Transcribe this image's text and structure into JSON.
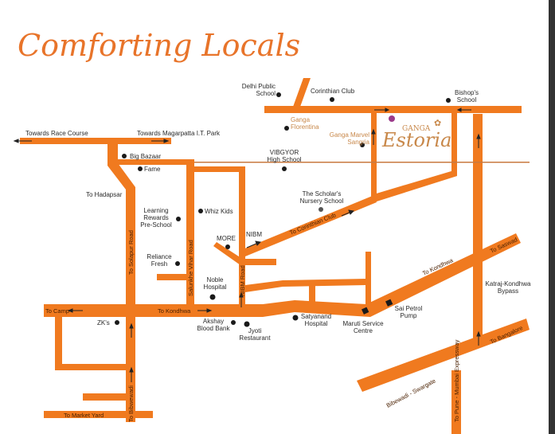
{
  "title": "Comforting Locals",
  "brand": {
    "top": "GANGA",
    "name": "Estoria"
  },
  "colors": {
    "road": "#f07a1f",
    "title": "#e8742a",
    "landmark_orange": "#c8884a",
    "project_dot": "#9b3a8a"
  },
  "landmarks": {
    "delhi_public": "Delhi Public School",
    "corinthian": "Corinthian Club",
    "bishops": "Bishop's School",
    "ganga_florentina": "Ganga Florentina",
    "ganga_marvel": "Ganga Marvel Sangria",
    "vibgyor": "VIBGYOR High School",
    "scholars": "The Scholar's Nursery School",
    "big_bazaar": "Big Bazaar",
    "fame": "Fame",
    "learning": "Learning Rewards Pre-School",
    "whiz": "Whiz Kids",
    "more": "MORE",
    "nibm": "NIBM",
    "reliance": "Reliance Fresh",
    "noble": "Noble Hospital",
    "zks": "ZK's",
    "akshay": "Akshay Blood Bank",
    "jyoti": "Jyoti Restaurant",
    "satyanand": "Satyanand Hospital",
    "maruti": "Maruti Service Centre",
    "sai": "Sai Petrol Pump",
    "katraj": "Katraj-Kondhwa Bypass"
  },
  "roads": {
    "race_course": "Towards Race Course",
    "magarpatta": "Towards Magarpatta I.T. Park",
    "hadapsar": "To Hadapsar",
    "solapur": "To Solapur Road",
    "salunkhe": "Salunkhe Vihar Road",
    "nibm_road": "NIBM Road",
    "corinthian_club_rd": "To Corinthian Club",
    "camp": "To Camp",
    "kondhwa_w": "To Kondhwa",
    "kondhwa_e": "To Kondhwa",
    "saswad": "To Saswad",
    "bangalore": "To Bangalore",
    "bibwewadi_swargate": "Bibewadi - Swargate",
    "pune_mumbai": "To Pune - Mumbai Expressway",
    "market_yard": "To Market Yard",
    "bibwewadi": "To Bibwewadi"
  }
}
